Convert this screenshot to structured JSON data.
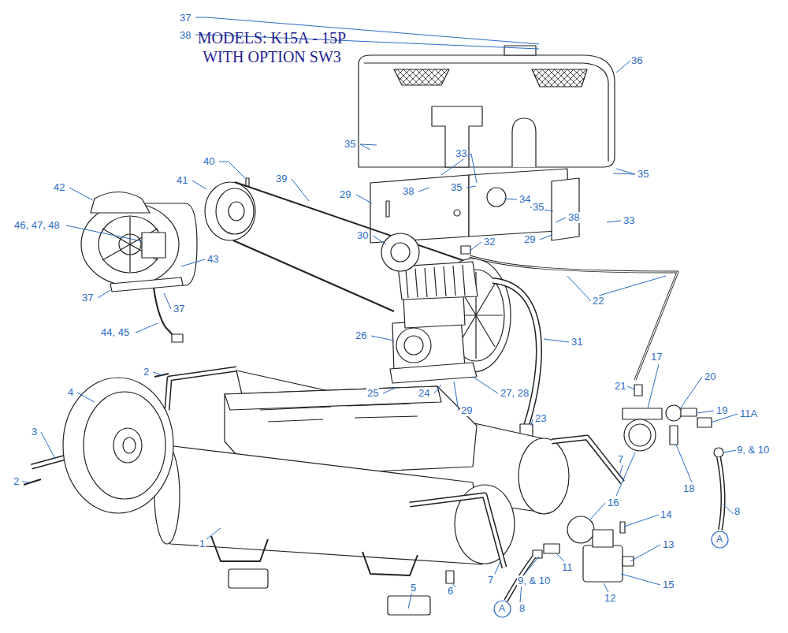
{
  "diagram": {
    "title": "MODELS: K15A - 15P WITH OPTION SW3",
    "nodes": [
      {
        "text": [
          "A"
        ]
      },
      {
        "text": [
          "A"
        ]
      }
    ],
    "labels": [
      "37",
      "38",
      "36",
      "35",
      "33",
      "35",
      "29",
      "38",
      "35",
      "34",
      "35",
      "38",
      "33",
      "29",
      "40",
      "41",
      "39",
      "42",
      "46, 47, 48",
      "43",
      "37",
      "37",
      "44, 45",
      "30",
      "32",
      "22",
      "31",
      "26",
      "25",
      "24",
      "27, 28",
      "29",
      "23",
      "2",
      "4",
      "3",
      "2",
      "17",
      "20",
      "21",
      "19",
      "11A",
      "9, & 10",
      "18",
      "16",
      "7",
      "7",
      "11",
      "9, & 10",
      "14",
      "13",
      "15",
      "12",
      "8",
      "8",
      "6",
      "5",
      "1"
    ]
  }
}
